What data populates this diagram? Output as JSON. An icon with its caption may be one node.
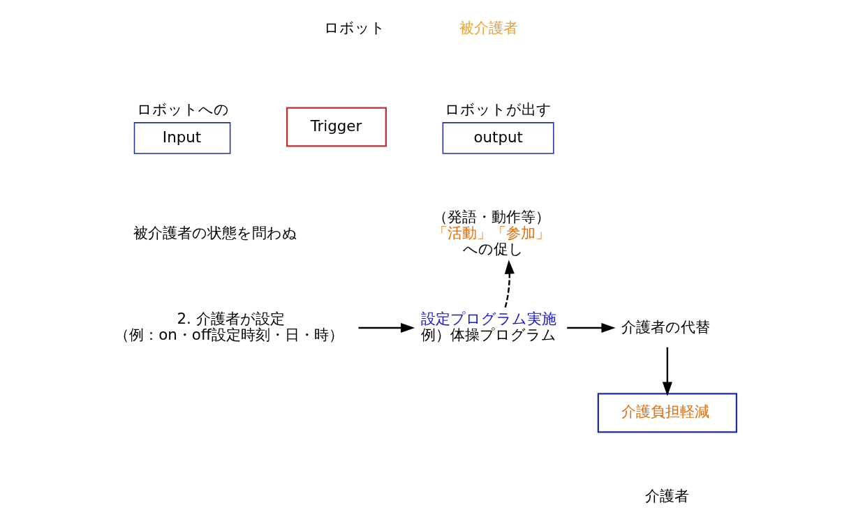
{
  "diagram": {
    "nodes": [
      {
        "text": [
          "ロボットへの",
          "Input"
        ]
      },
      {
        "text": [
          "Trigger"
        ]
      },
      {
        "text": [
          "ロボットが出す",
          "output"
        ]
      },
      {
        "text": [
          "（発語・動作等）",
          "「活動」「参加」",
          "への促し"
        ]
      },
      {
        "text": [
          "2. 介護者が設定",
          "（例：on・off設定時刻・日・時）"
        ]
      },
      {
        "text": [
          "設定プログラム実施",
          "例）体操プログラム"
        ]
      },
      {
        "text": [
          "介護者の代替"
        ]
      },
      {
        "text": [
          "介護負担軽減"
        ]
      }
    ],
    "edges": [
      {
        "from": 4,
        "to": 5,
        "arrow": "to"
      },
      {
        "from": 5,
        "to": 3,
        "arrow": "to",
        "style": "dashed"
      },
      {
        "from": 5,
        "to": 6,
        "arrow": "to"
      },
      {
        "from": 6,
        "to": 7,
        "arrow": "to"
      }
    ],
    "labels": [
      "ロボット",
      "被介護者",
      "被介護者の状態を問わぬ",
      "介護者"
    ]
  }
}
